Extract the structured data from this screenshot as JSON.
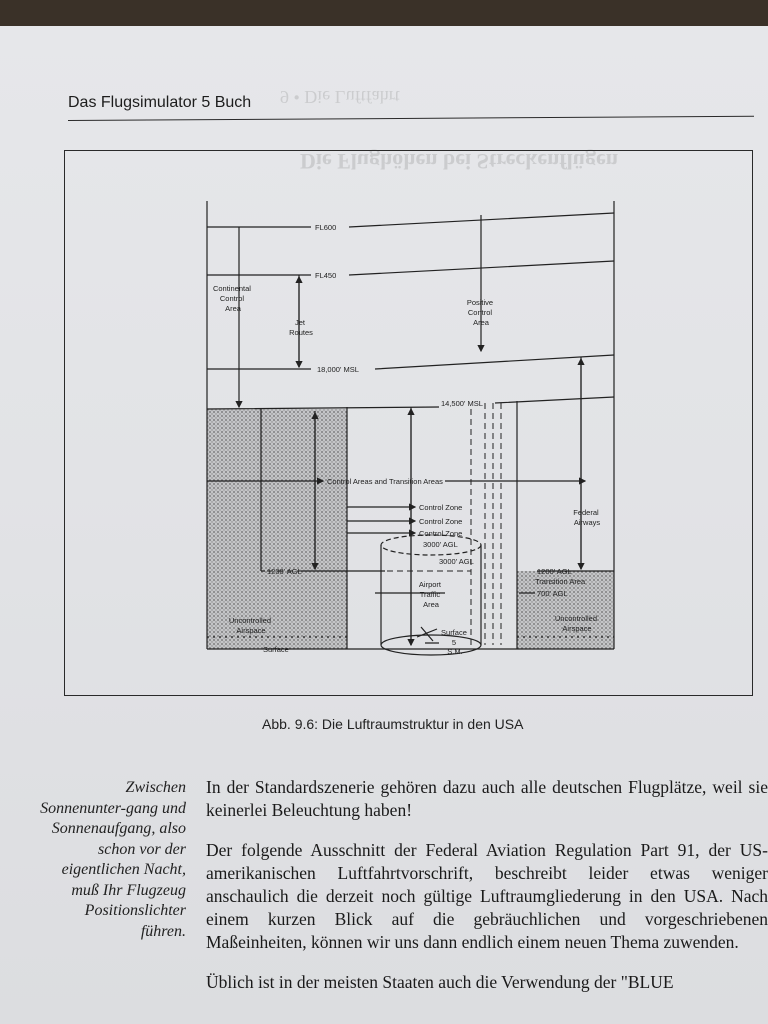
{
  "header": {
    "title": "Das Flugsimulator 5 Buch"
  },
  "figure": {
    "caption": "Abb. 9.6: Die Luftraumstruktur in den USA",
    "labels": {
      "fl600": "FL600",
      "fl450": "FL450",
      "continental_1": "Continental",
      "continental_2": "Control",
      "continental_3": "Area",
      "jet_1": "Jet",
      "jet_2": "Routes",
      "positive_1": "Positive",
      "positive_2": "Control",
      "positive_3": "Area",
      "msl_18000": "18,000' MSL",
      "msl_14500": "14,500' MSL",
      "control_areas": "Control Areas and Transition Areas",
      "control_zone_1": "Control Zone",
      "control_zone_2": "Control Zone",
      "control_zone_3": "Control Zone",
      "agl_3000_a": "3000' AGL",
      "agl_3000_b": "3000' AGL",
      "federal_1": "Federal",
      "federal_2": "Airways",
      "agl_1200_left": "1200' AGL",
      "agl_1200_right": "1200' AGL",
      "transition_area": "Transition Area",
      "agl_700": "700' AGL",
      "airport_1": "Airport",
      "airport_2": "Traffic",
      "airport_3": "Area",
      "uncontrolled_left_1": "Uncontrolled",
      "uncontrolled_left_2": "Airspace",
      "uncontrolled_right_1": "Uncontrolled",
      "uncontrolled_right_2": "Airspace",
      "surface_left": "Surface",
      "surface_right_1": "Surface",
      "surface_right_2": "5",
      "surface_right_3": "S.M."
    }
  },
  "margin_note": "Zwischen Sonnenunter-gang und Sonnenaufgang, also schon vor der eigentlichen Nacht, muß Ihr Flugzeug Positionslichter führen.",
  "body": {
    "paragraph_1": "In der Standardszenerie gehören dazu auch alle deutschen Flugplätze, weil sie keinerlei Beleuchtung haben!",
    "paragraph_2": "Der folgende Ausschnitt der Federal Aviation Regulation Part 91, der US-amerikanischen Luftfahrtvorschrift, beschreibt leider etwas weniger anschaulich die derzeit noch gültige Luftraumgliederung in den USA. Nach einem kurzen Blick auf die gebräuchlichen und vorgeschriebenen Maßeinheiten, können wir uns dann endlich einem neuen Thema zuwenden.",
    "paragraph_3": "Üblich ist in der meisten Staaten auch die Verwendung der \"BLUE"
  }
}
